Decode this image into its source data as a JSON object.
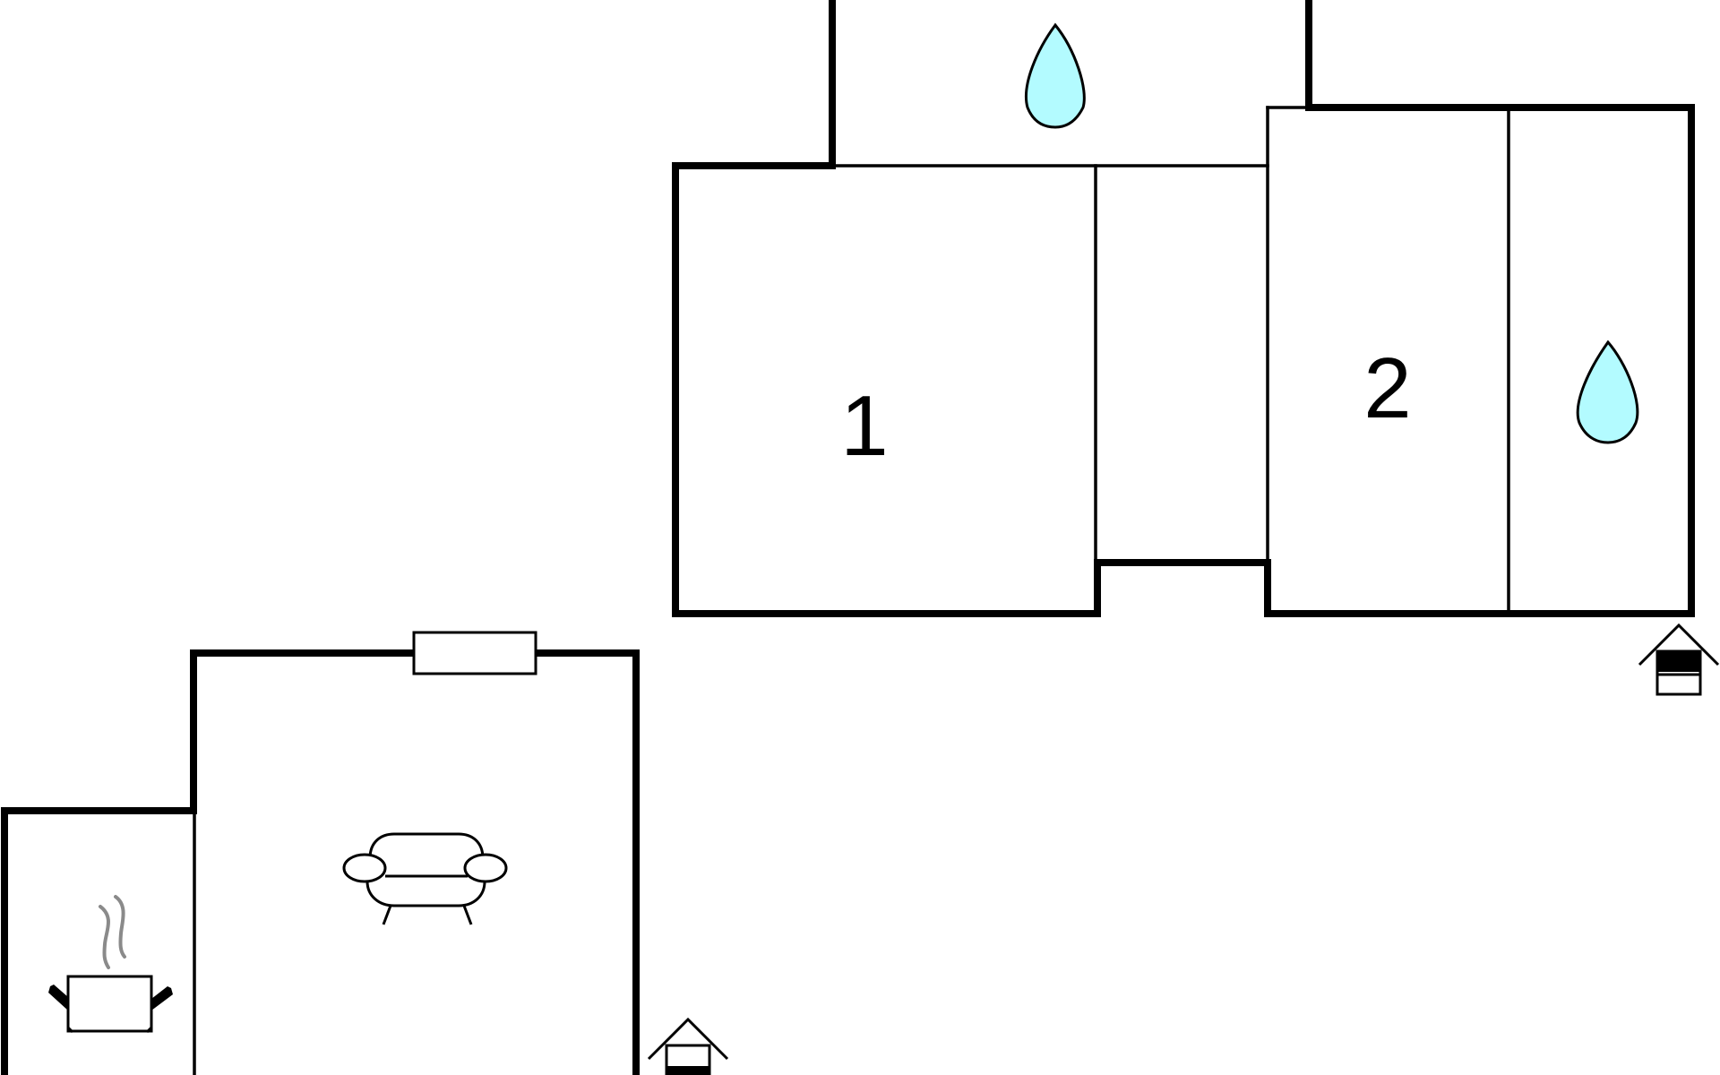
{
  "rooms": [
    {
      "id": "room-1",
      "label": "1"
    },
    {
      "id": "room-2",
      "label": "2"
    }
  ],
  "icons": {
    "water_drop": "water-drop-icon",
    "sofa": "sofa-icon",
    "cooking_pot": "cooking-pot-icon",
    "entrance": "entrance-house-icon",
    "window": "window-icon"
  },
  "colors": {
    "wall": "#000000",
    "water": "#b3fbff",
    "steam": "#8a8a8a",
    "background": "#ffffff"
  }
}
